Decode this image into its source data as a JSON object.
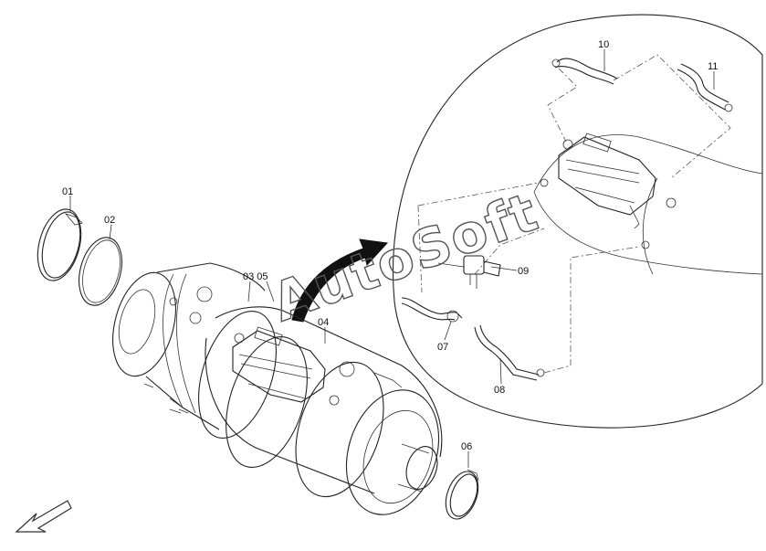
{
  "diagram": {
    "watermark": "AutoSoft",
    "labels": {
      "p01": "01",
      "p02": "02",
      "p03_05": "03 05",
      "p04": "04",
      "p06": "06",
      "p07": "07",
      "p08": "08",
      "p09": "09",
      "p10": "10",
      "p11": "11"
    }
  }
}
